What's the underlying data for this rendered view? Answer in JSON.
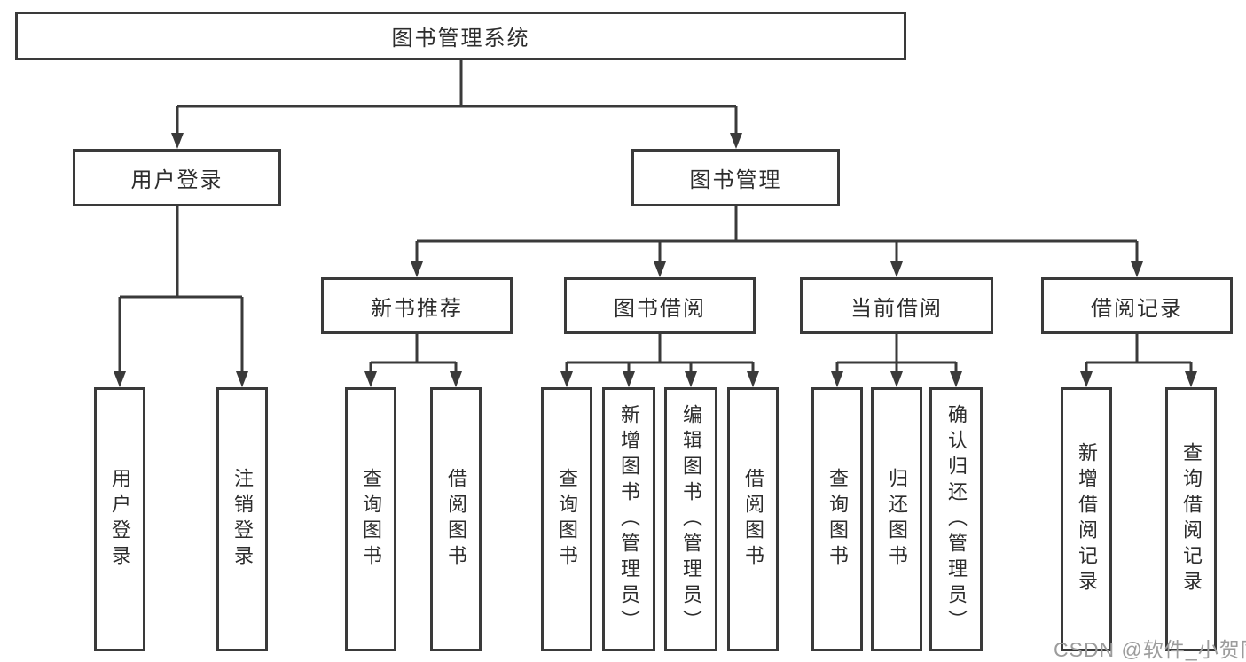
{
  "diagram_type": "hierarchy-tree",
  "tree": {
    "root": {
      "label": "图书管理系统",
      "children": [
        {
          "label": "用户登录",
          "children": [
            {
              "label": "用户登录"
            },
            {
              "label": "注销登录"
            }
          ]
        },
        {
          "label": "图书管理",
          "children": [
            {
              "label": "新书推荐",
              "children": [
                {
                  "label": "查询图书"
                },
                {
                  "label": "借阅图书"
                }
              ]
            },
            {
              "label": "图书借阅",
              "children": [
                {
                  "label": "查询图书"
                },
                {
                  "label": "新增图书（管理员）"
                },
                {
                  "label": "编辑图书（管理员）"
                },
                {
                  "label": "借阅图书"
                }
              ]
            },
            {
              "label": "当前借阅",
              "children": [
                {
                  "label": "查询图书"
                },
                {
                  "label": "归还图书"
                },
                {
                  "label": "确认归还（管理员）"
                }
              ]
            },
            {
              "label": "借阅记录",
              "children": [
                {
                  "label": "新增借阅记录"
                },
                {
                  "label": "查询借阅记录"
                }
              ]
            }
          ]
        }
      ]
    }
  },
  "watermark": {
    "text": "CSDN @软件_小贺同学"
  },
  "colors": {
    "line": "#3a3a3a",
    "box_border": "#3a3a3a",
    "text": "#2d2d2d",
    "watermark": "#9c9c9c",
    "background": "#ffffff"
  }
}
